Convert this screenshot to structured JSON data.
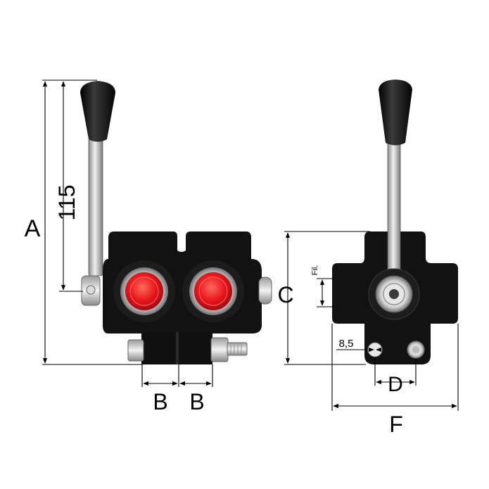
{
  "labels": {
    "A": "A",
    "height_115": "115",
    "B_left": "B",
    "B_right": "B",
    "C": "C",
    "fil": "Fil.",
    "hole_8_5": "8,5",
    "D": "D",
    "F": "F"
  },
  "colors": {
    "body": "#121212",
    "port_red": "#e8141c",
    "port_ring": "#b8b8b8",
    "handle": "#1a1a1a",
    "lever": "#bdbdbd",
    "dimension_line": "#000000"
  }
}
